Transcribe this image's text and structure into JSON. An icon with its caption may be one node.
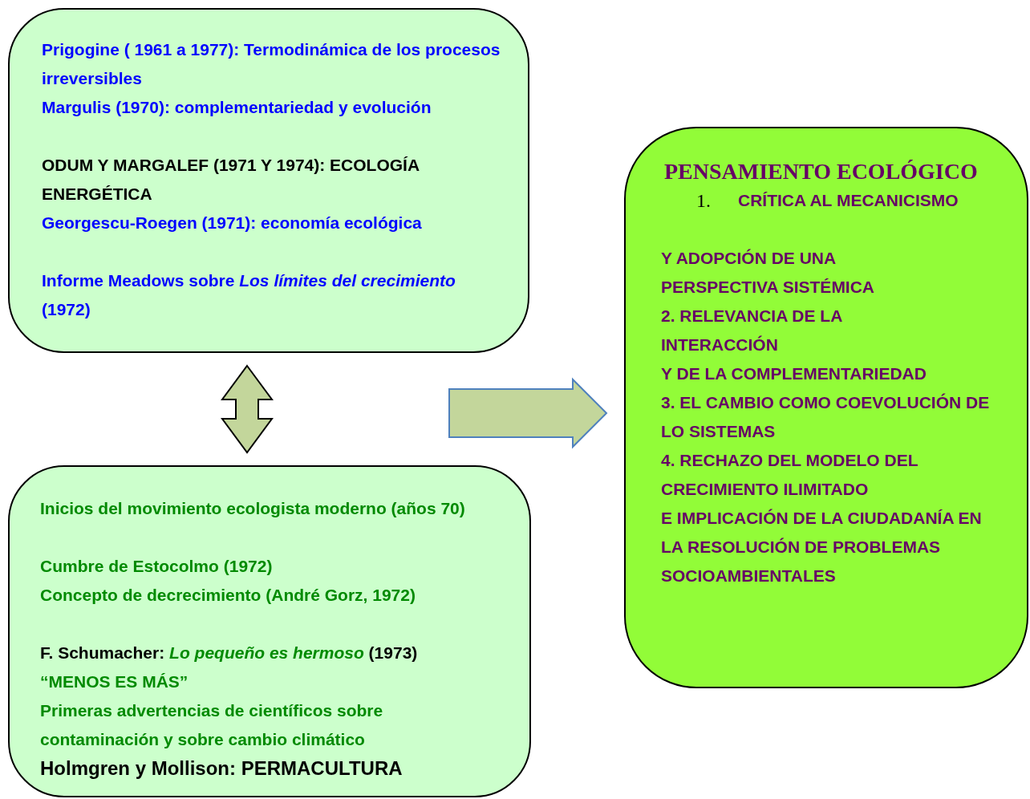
{
  "diagram": {
    "nodes": [
      {
        "text": [
          "Prigogine ( 1961 a 1977): Termodinámica de los procesos irreversibles",
          "Margulis (1970): complementariedad y evolución",
          "ODUM Y MARGALEF (1971 Y 1974): ECOLOGÍA ENERGÉTICA",
          "Georgescu-Roegen (1971): economía ecológica",
          "Informe Meadows sobre *Los límites del crecimiento* (1972)"
        ]
      },
      {
        "text": [
          "Inicios del movimiento ecologista moderno (años 70)",
          "Cumbre de Estocolmo (1972)",
          "Concepto de decrecimiento (André Gorz, 1972)",
          "F. Schumacher: *Lo pequeño es hermoso* (1973)",
          "“MENOS ES MÁS”",
          "Primeras advertencias de científicos sobre contaminación y sobre cambio climático",
          "Holmgren y Mollison: PERMACULTURA"
        ]
      },
      {
        "text": [
          "PENSAMIENTO ECOLÓGICO",
          "1.",
          "CRÍTICA AL MECANICISMO",
          "Y ADOPCIÓN DE UNA PERSPECTIVA SISTÉMICA",
          "2. RELEVANCIA DE LA INTERACCIÓN",
          "Y DE LA COMPLEMENTARIEDAD",
          "3. EL CAMBIO COMO COEVOLUCIÓN DE LO SISTEMAS",
          "4. RECHAZO DEL MODELO DEL CRECIMIENTO ILIMITADO",
          "E IMPLICACIÓN DE LA CIUDADANÍA EN LA RESOLUCIÓN DE PROBLEMAS SOCIOAMBIENTALES"
        ]
      }
    ],
    "edges": [
      {
        "from": 0,
        "to": 1,
        "arrow": "both"
      },
      {
        "from": null,
        "to": 2,
        "arrow": "to"
      }
    ]
  }
}
